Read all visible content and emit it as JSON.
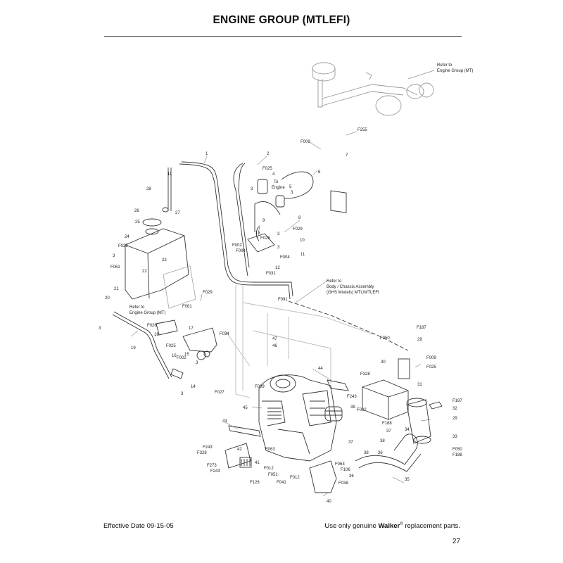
{
  "header": {
    "title": "ENGINE GROUP (MTLEFI)"
  },
  "footer": {
    "effective_date": "Effective Date 09-15-05",
    "parts_prefix": "Use only genuine",
    "brand": "Walker",
    "trademark": "®",
    "parts_suffix": "replacement parts.",
    "page_number": "27"
  },
  "notes": {
    "ref_engine_top_1": "Refer to",
    "ref_engine_top_2": "Engine Group (MT)",
    "ref_body_1": "Refer to",
    "ref_body_2": "Body / Chassis Assembly",
    "ref_body_3": "(GHS Models) MTL/MTLEFI",
    "ref_engine_left_1": "Refer to",
    "ref_engine_left_2": "Engine Group (MT)",
    "to_engine_1": "To",
    "to_engine_2": "Engine"
  },
  "callouts": [
    "F255",
    "F009",
    "7",
    "1",
    "2",
    "F025",
    "4",
    "5",
    "3",
    "6",
    "3",
    "11",
    "28",
    "26",
    "27",
    "25",
    "24",
    "F029",
    "3",
    "F061",
    "22",
    "23",
    "8",
    "F029",
    "13",
    "9",
    "F025",
    "3",
    "10",
    "F002",
    "3",
    "F004",
    "F004",
    "11",
    "12",
    "F031",
    "F029",
    "F061",
    "21",
    "20",
    "F091",
    "3",
    "F026",
    "16",
    "17",
    "F034",
    "F025",
    "15",
    "F002",
    "16",
    "19",
    "3",
    "3",
    "14",
    "F027",
    "F187",
    "F050",
    "29",
    "47",
    "46",
    "F009",
    "30",
    "F025",
    "44",
    "F328",
    "31",
    "F243",
    "F009",
    "39",
    "F002",
    "F187",
    "32",
    "45",
    "29",
    "F188",
    "43",
    "37",
    "38",
    "34",
    "33",
    "F063",
    "37",
    "F050",
    "F243",
    "F328",
    "42",
    "38",
    "36",
    "F188",
    "F273",
    "F243",
    "41",
    "F063",
    "F012",
    "F106",
    "F051",
    "F041",
    "F012",
    "36",
    "F038",
    "35",
    "F128",
    "40"
  ],
  "colors": {
    "line": "#333333",
    "text": "#222222",
    "background": "#ffffff"
  }
}
